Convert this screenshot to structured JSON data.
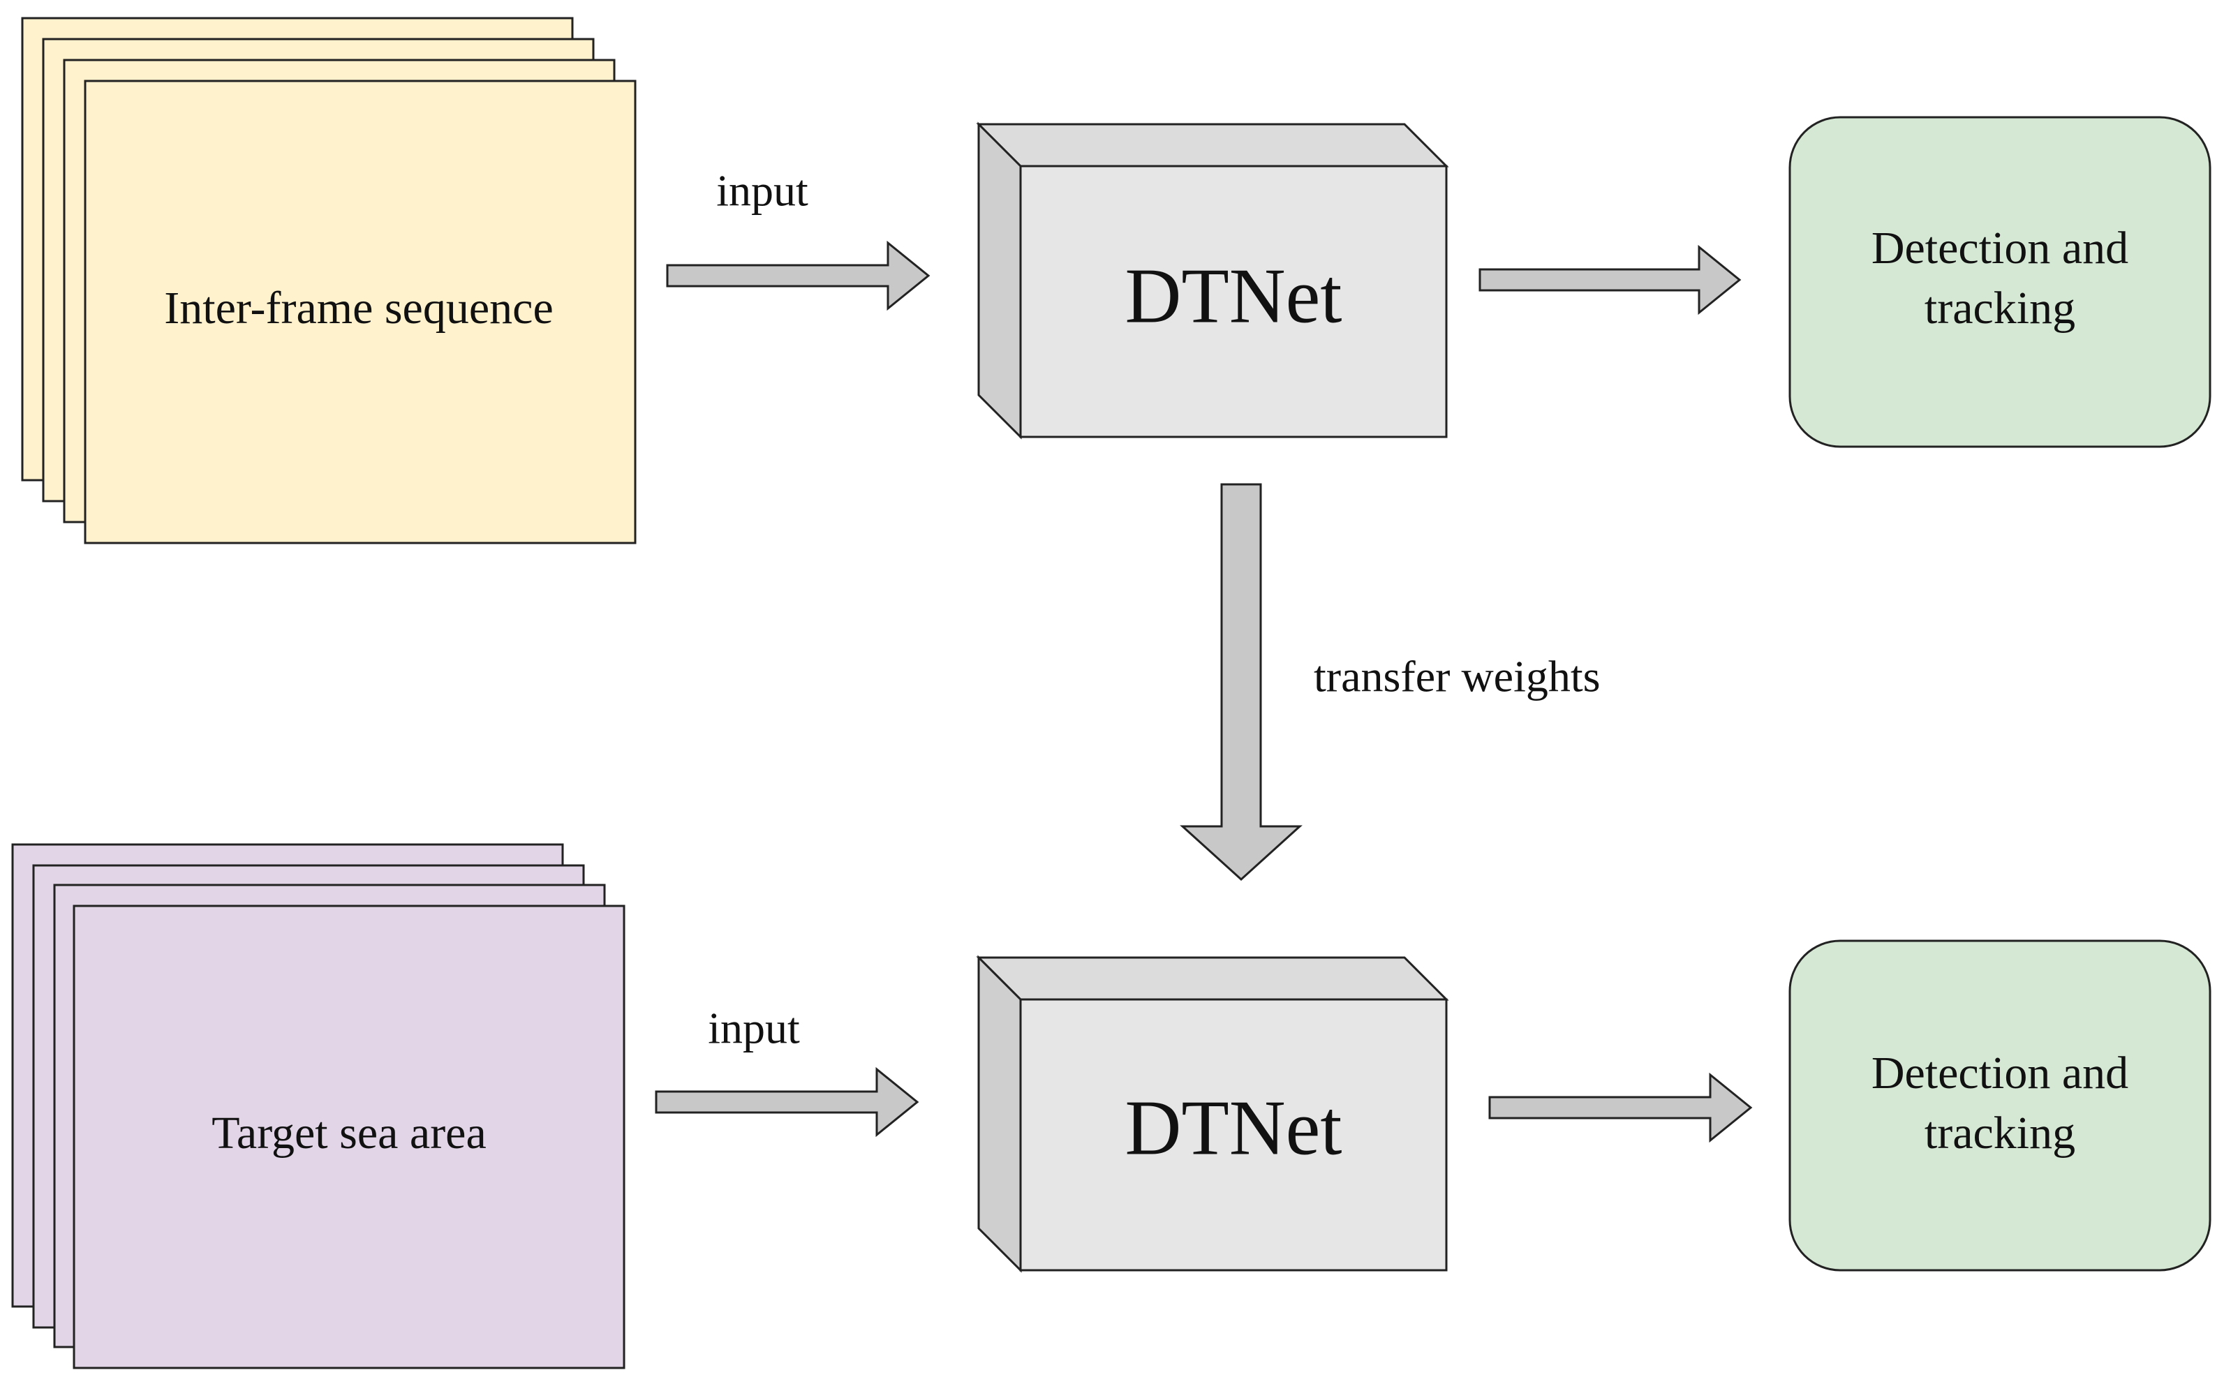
{
  "colors": {
    "sequence_fill": "#FFF2CC",
    "target_fill": "#E1D5E7",
    "output_fill": "#D5E8D4",
    "net_front": "#E6E6E6",
    "net_top": "#DCDCDC",
    "net_side": "#CFCFCF",
    "arrow_fill": "#C8C8C8",
    "stroke": "#222222"
  },
  "top_row": {
    "source_label": "Inter-frame sequence",
    "input_label": "input",
    "net_label": "DTNet",
    "output_label_line1": "Detection and",
    "output_label_line2": "tracking"
  },
  "transfer": {
    "label": "transfer weights"
  },
  "bottom_row": {
    "source_label": "Target sea area",
    "input_label": "input",
    "net_label": "DTNet",
    "output_label_line1": "Detection and",
    "output_label_line2": "tracking"
  }
}
